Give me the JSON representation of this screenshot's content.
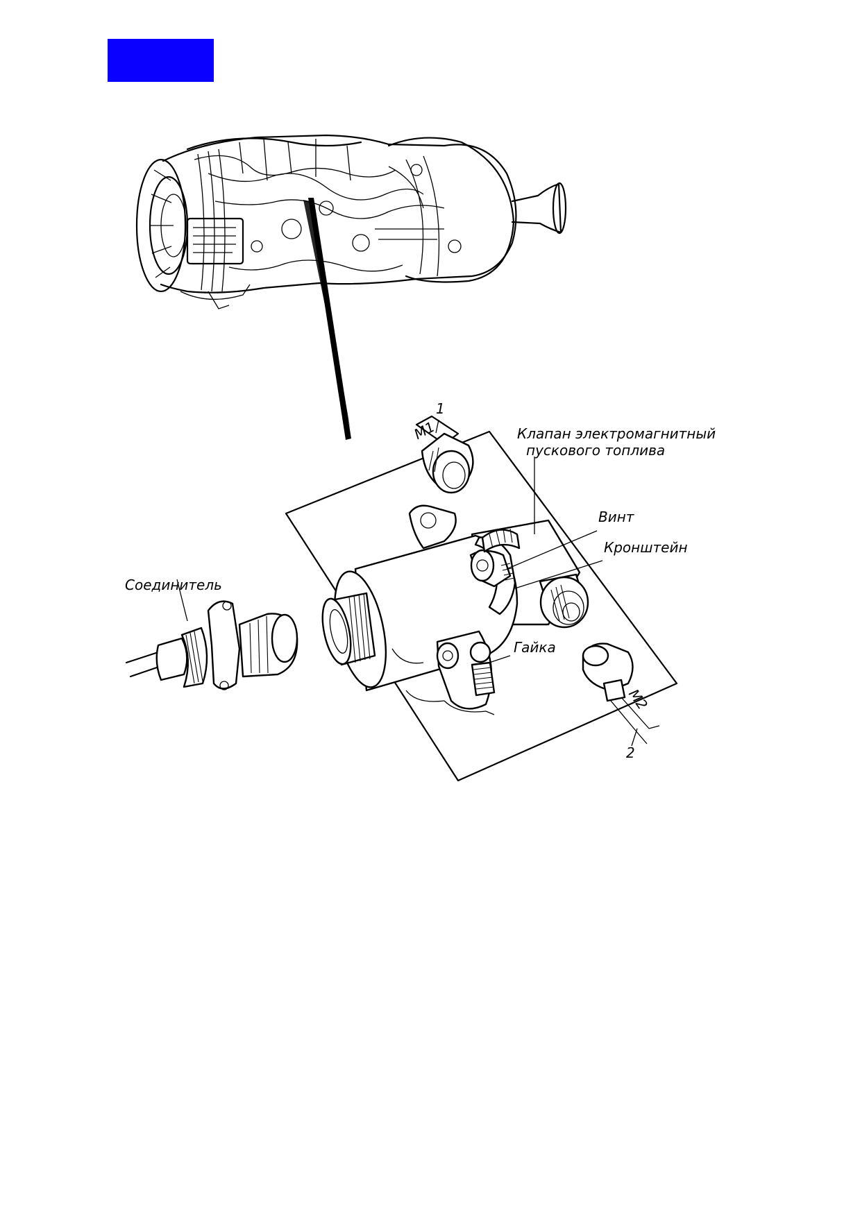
{
  "header": {
    "badge_color": "#0a00ff"
  },
  "diagram": {
    "labels": {
      "part_1": "1",
      "part_2": "2",
      "marking_1": "М1",
      "marking_2": "М2",
      "valve_line1": "Клапан электромагнитный",
      "valve_line2": "пускового топлива",
      "screw": "Винт",
      "bracket": "Кронштейн",
      "connector": "Соединитель",
      "nut": "Гайка"
    },
    "icons": [
      "engine-illustration",
      "leader-arrow",
      "solenoid-valve",
      "connector-plug",
      "pipe-fitting"
    ]
  }
}
